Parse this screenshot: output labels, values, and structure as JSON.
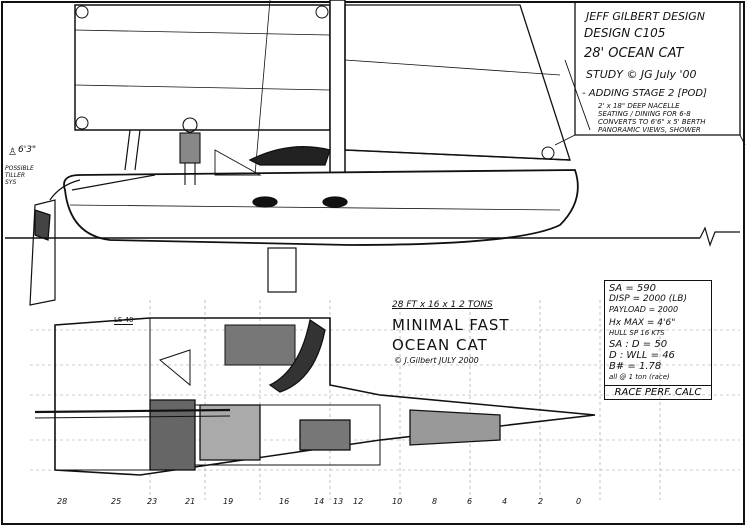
{
  "title_block": {
    "designer": "JEFF GILBERT DESIGN",
    "design_no": "DESIGN C105",
    "name": "28' OCEAN CAT",
    "study": "STUDY © JG July '00",
    "note_heading": "- ADDING STAGE 2 [POD]",
    "notes": [
      "2' x 18\" DEEP NACELLE",
      "SEATING / DINING FOR 6-8",
      "CONVERTS TO 6'6\" x 5' BERTH",
      "PANORAMIC VIEWS, SHOWER"
    ]
  },
  "side_annotations": {
    "figure_height": "6'3\"",
    "tiller_note": [
      "POSSIBLE",
      "TILLER",
      "SYS"
    ]
  },
  "plan_header": {
    "dims": "28 FT x 16 x 1  2 TONS",
    "line1": "MINIMAL FAST",
    "line2": "OCEAN CAT",
    "signature": "© J.Gilbert  JULY 2000",
    "tag": "LS 40"
  },
  "performance": {
    "rows": [
      "SA = 590",
      "DISP = 2000 (LB)",
      "PAYLOAD = 2000",
      "Hx MAX = 4'6\"",
      "HULL SP  16 KTS",
      "SA : D = 50",
      "D : WLL = 46",
      "B# = 1.78",
      "all @ 1 ton (race)"
    ],
    "footer": "RACE PERF. CALC"
  },
  "stations": [
    "28",
    "25",
    "23",
    "21",
    "19",
    "16",
    "14",
    "13",
    "12",
    "10",
    "8",
    "6",
    "4",
    "2",
    "0"
  ]
}
